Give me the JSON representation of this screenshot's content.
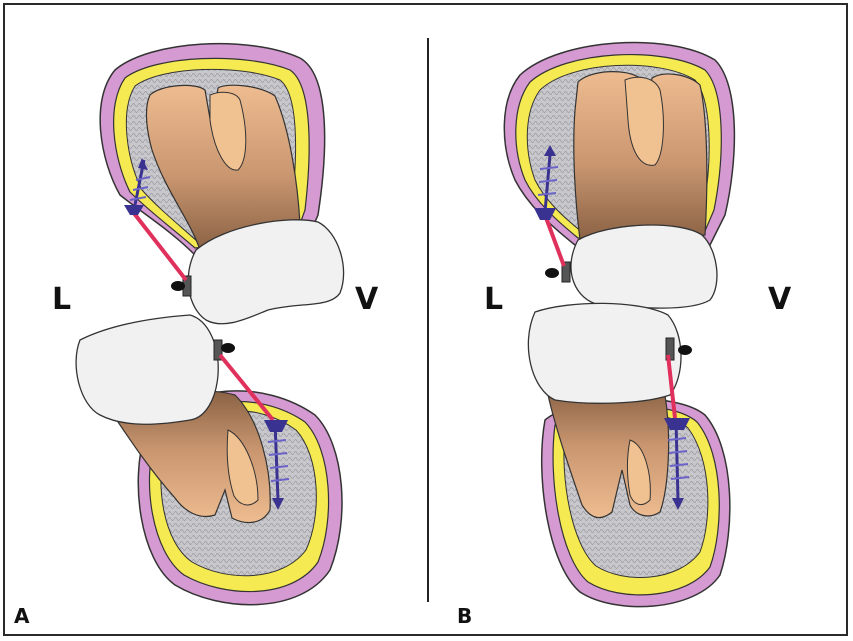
{
  "panels": [
    {
      "letter": "A",
      "side_left": "L",
      "side_right": "V"
    },
    {
      "letter": "B",
      "side_left": "L",
      "side_right": "V"
    }
  ],
  "colors": {
    "gingiva": "#d59ad1",
    "cortical": "#f6ea52",
    "trabecular": "#c4c4c8",
    "root_light": "#e6b58c",
    "root_dark": "#8f6648",
    "crown": "#f1f1f1",
    "elastic": "#e0315c",
    "miniscrew": "#3a3290",
    "bracket": "#3a3a3a"
  }
}
